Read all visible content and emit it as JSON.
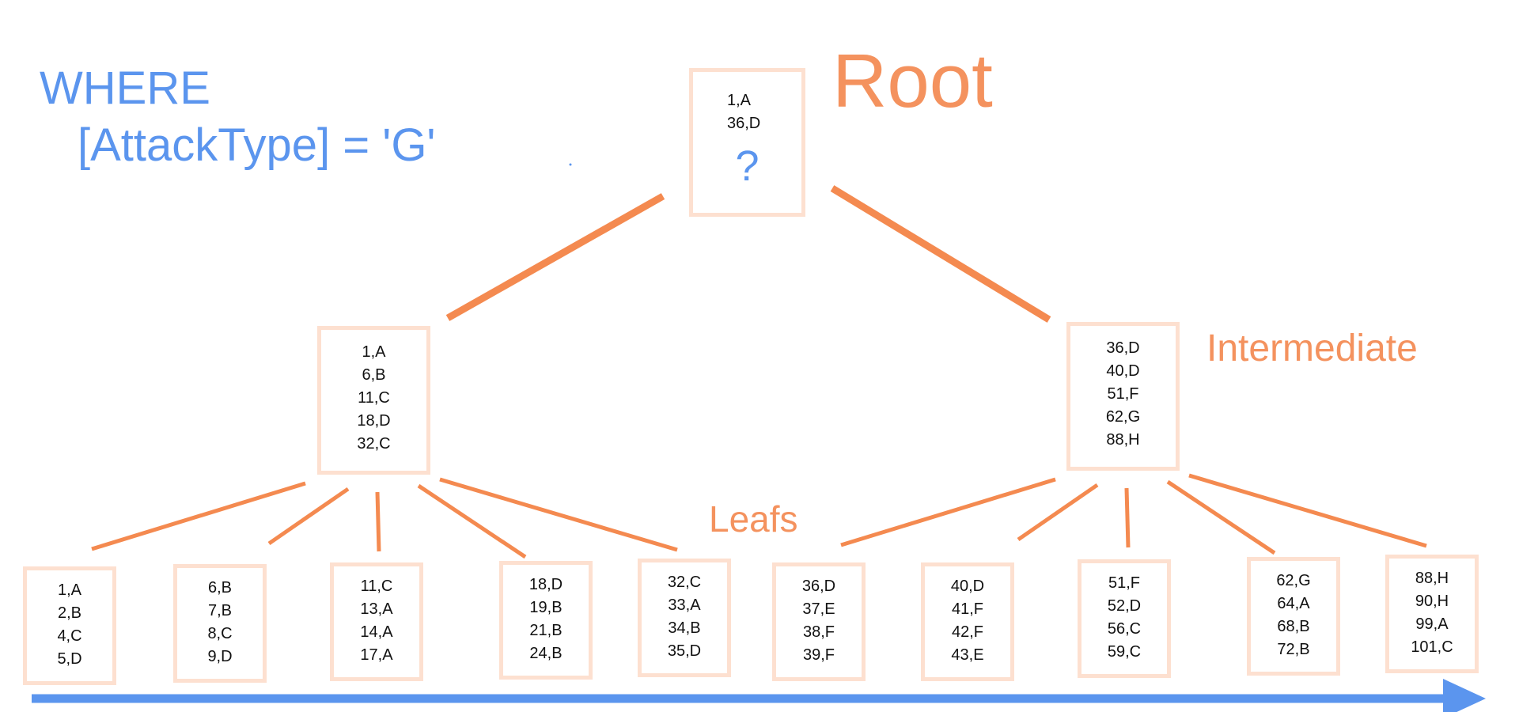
{
  "query": {
    "keyword": "WHERE",
    "predicate": "[AttackType] = 'G'"
  },
  "labels": {
    "root": "Root",
    "intermediate": "Intermediate",
    "leafs": "Leafs"
  },
  "root": {
    "keys": [
      "1,A",
      "36,D"
    ],
    "unknown": "?"
  },
  "intermediate": [
    {
      "keys": [
        "1,A",
        "6,B",
        "11,C",
        "18,D",
        "32,C"
      ]
    },
    {
      "keys": [
        "36,D",
        "40,D",
        "51,F",
        "62,G",
        "88,H"
      ]
    }
  ],
  "leaves": [
    {
      "keys": [
        "1,A",
        "2,B",
        "4,C",
        "5,D"
      ]
    },
    {
      "keys": [
        "6,B",
        "7,B",
        "8,C",
        "9,D"
      ]
    },
    {
      "keys": [
        "11,C",
        "13,A",
        "14,A",
        "17,A"
      ]
    },
    {
      "keys": [
        "18,D",
        "19,B",
        "21,B",
        "24,B"
      ]
    },
    {
      "keys": [
        "32,C",
        "33,A",
        "34,B",
        "35,D"
      ]
    },
    {
      "keys": [
        "36,D",
        "37,E",
        "38,F",
        "39,F"
      ]
    },
    {
      "keys": [
        "40,D",
        "41,F",
        "42,F",
        "43,E"
      ]
    },
    {
      "keys": [
        "51,F",
        "52,D",
        "56,C",
        "59,C"
      ]
    },
    {
      "keys": [
        "62,G",
        "64,A",
        "68,B",
        "72,B"
      ]
    },
    {
      "keys": [
        "88,H",
        "90,H",
        "99,A",
        "101,C"
      ]
    }
  ],
  "colors": {
    "link": "#f48a50",
    "node_border": "#fde0d0",
    "query_text": "#5b95ee",
    "label_text": "#f4925e",
    "scan_arrow": "#5b95ee"
  }
}
